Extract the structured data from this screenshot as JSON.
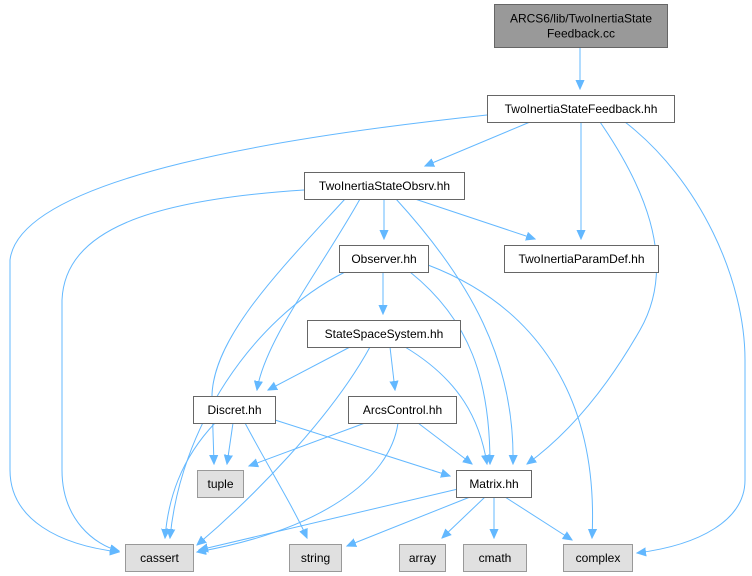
{
  "colors": {
    "edge": "#63b8ff",
    "root_fill": "#999999",
    "root_stroke": "#666666",
    "header_fill": "#ffffff",
    "header_stroke": "#666666",
    "system_fill": "#e0e0e0",
    "system_stroke": "#999999"
  },
  "nodes": [
    {
      "id": "root",
      "kind": "root",
      "lines": [
        "ARCS6/lib/TwoInertiaState",
        "Feedback.cc"
      ]
    },
    {
      "id": "tisf",
      "kind": "header",
      "lines": [
        "TwoInertiaStateFeedback.hh"
      ]
    },
    {
      "id": "tiso",
      "kind": "header",
      "lines": [
        "TwoInertiaStateObsrv.hh"
      ]
    },
    {
      "id": "tipd",
      "kind": "header",
      "lines": [
        "TwoInertiaParamDef.hh"
      ]
    },
    {
      "id": "obs",
      "kind": "header",
      "lines": [
        "Observer.hh"
      ]
    },
    {
      "id": "sss",
      "kind": "header",
      "lines": [
        "StateSpaceSystem.hh"
      ]
    },
    {
      "id": "disc",
      "kind": "header",
      "lines": [
        "Discret.hh"
      ]
    },
    {
      "id": "arcs",
      "kind": "header",
      "lines": [
        "ArcsControl.hh"
      ]
    },
    {
      "id": "mat",
      "kind": "header",
      "lines": [
        "Matrix.hh"
      ]
    },
    {
      "id": "tuple",
      "kind": "system",
      "lines": [
        "tuple"
      ]
    },
    {
      "id": "cassert",
      "kind": "system",
      "lines": [
        "cassert"
      ]
    },
    {
      "id": "string",
      "kind": "system",
      "lines": [
        "string"
      ]
    },
    {
      "id": "array",
      "kind": "system",
      "lines": [
        "array"
      ]
    },
    {
      "id": "cmath",
      "kind": "system",
      "lines": [
        "cmath"
      ]
    },
    {
      "id": "complex",
      "kind": "system",
      "lines": [
        "complex"
      ]
    }
  ],
  "edges": [
    [
      "root",
      "tisf"
    ],
    [
      "tisf",
      "cassert"
    ],
    [
      "tisf",
      "tiso"
    ],
    [
      "tisf",
      "tipd"
    ],
    [
      "tisf",
      "mat"
    ],
    [
      "tisf",
      "complex"
    ],
    [
      "tiso",
      "cassert"
    ],
    [
      "tiso",
      "tuple"
    ],
    [
      "tiso",
      "disc"
    ],
    [
      "tiso",
      "obs"
    ],
    [
      "tiso",
      "tipd"
    ],
    [
      "tiso",
      "mat"
    ],
    [
      "obs",
      "cassert"
    ],
    [
      "obs",
      "sss"
    ],
    [
      "obs",
      "mat"
    ],
    [
      "obs",
      "complex"
    ],
    [
      "sss",
      "disc"
    ],
    [
      "sss",
      "arcs"
    ],
    [
      "sss",
      "mat"
    ],
    [
      "sss",
      "cassert"
    ],
    [
      "disc",
      "tuple"
    ],
    [
      "disc",
      "cassert"
    ],
    [
      "disc",
      "string"
    ],
    [
      "disc",
      "mat"
    ],
    [
      "arcs",
      "tuple"
    ],
    [
      "arcs",
      "mat"
    ],
    [
      "arcs",
      "cassert"
    ],
    [
      "mat",
      "cassert"
    ],
    [
      "mat",
      "string"
    ],
    [
      "mat",
      "array"
    ],
    [
      "mat",
      "cmath"
    ],
    [
      "mat",
      "complex"
    ]
  ]
}
